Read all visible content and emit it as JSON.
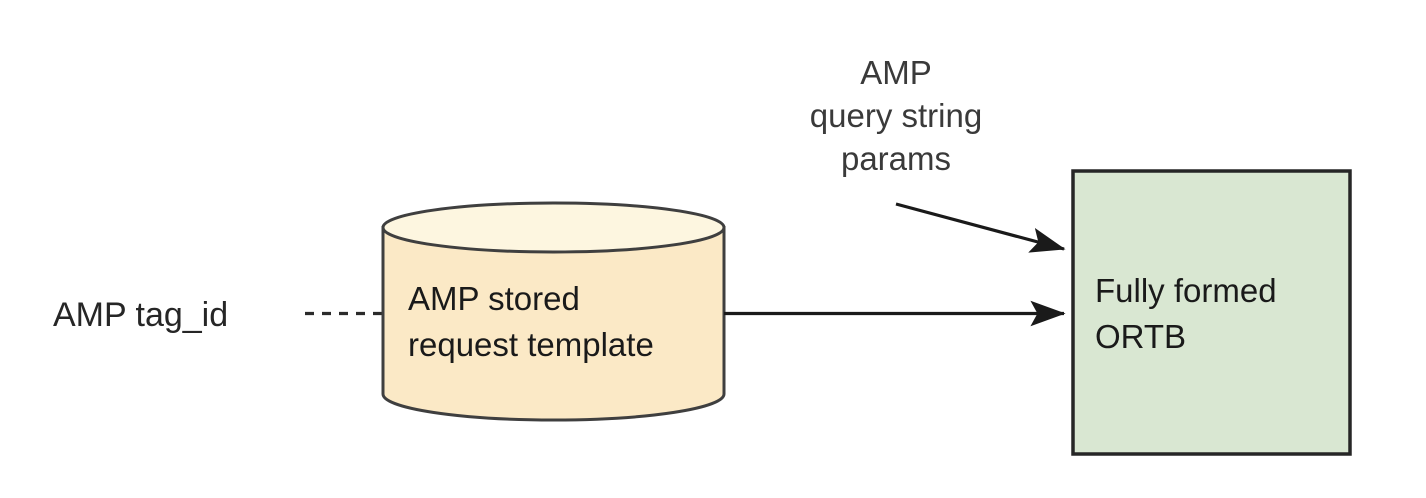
{
  "diagram": {
    "type": "flow-diagram",
    "background_color": "#ffffff",
    "nodes": [
      {
        "id": "amp-tag-id",
        "shape": "text",
        "label": "AMP tag_id",
        "text_color": "#262626"
      },
      {
        "id": "amp-stored-request-template",
        "shape": "cylinder",
        "label_lines": [
          "AMP stored",
          "request template"
        ],
        "fill_color": "#fbe9c6",
        "top_fill_color": "#fdf6e0",
        "stroke_color": "#3f3f3f",
        "text_color": "#1a1a1a"
      },
      {
        "id": "fully-formed-ortb",
        "shape": "rectangle",
        "label_lines": [
          "Fully formed",
          "ORTB"
        ],
        "fill_color": "#d9e7d2",
        "stroke_color": "#262626",
        "text_color": "#1a1a1a"
      }
    ],
    "edges": [
      {
        "id": "tagid-to-template",
        "from": "amp-tag-id",
        "to": "amp-stored-request-template",
        "style": "dashed",
        "arrowhead": "none",
        "color": "#2b2b2b"
      },
      {
        "id": "template-to-ortb",
        "from": "amp-stored-request-template",
        "to": "fully-formed-ortb",
        "style": "solid",
        "arrowhead": "filled-triangle",
        "color": "#1a1a1a"
      },
      {
        "id": "queryparams-to-ortb",
        "from": "amp-query-string-params",
        "to": "fully-formed-ortb",
        "style": "solid",
        "arrowhead": "filled-triangle",
        "color": "#1a1a1a"
      }
    ],
    "annotations": [
      {
        "id": "amp-query-string-params",
        "label_lines": [
          "AMP",
          "query string",
          "params"
        ],
        "text_color": "#3a3a3a"
      }
    ]
  }
}
